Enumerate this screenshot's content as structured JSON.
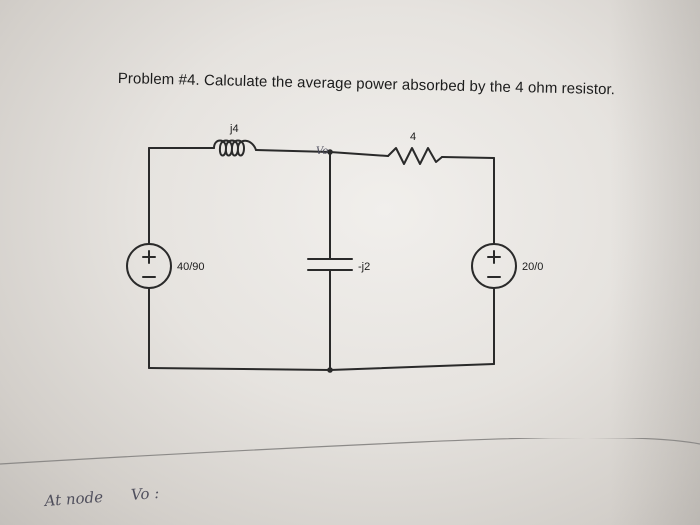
{
  "problem": {
    "title": "Problem #4. Calculate the average power absorbed by the 4 ohm resistor."
  },
  "circuit": {
    "inductor_label": "j4",
    "resistor_label": "4",
    "node_label": "Vo",
    "capacitor_label": "-j2",
    "left_source_label": "40/90",
    "right_source_label": "20/0",
    "source_plus": "+",
    "source_minus": "−"
  },
  "notes": {
    "handwritten_part1": "At node",
    "handwritten_part2": "Vo :"
  }
}
